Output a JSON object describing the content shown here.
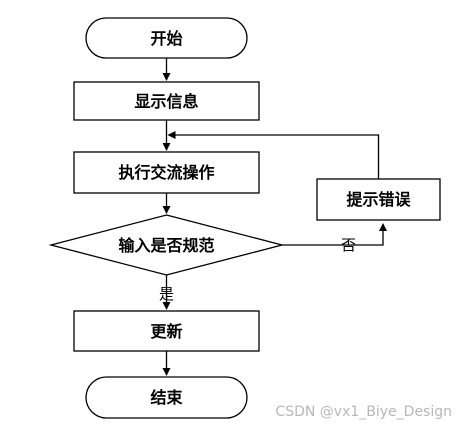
{
  "flowchart": {
    "nodes": {
      "start": "开始",
      "display_info": "显示信息",
      "exchange": "执行交流操作",
      "check": "输入是否规范",
      "error": "提示错误",
      "update": "更新",
      "end": "结束"
    },
    "edge_labels": {
      "no": "否",
      "yes": "是"
    }
  },
  "watermark": "CSDN @vx1_Biye_Design"
}
